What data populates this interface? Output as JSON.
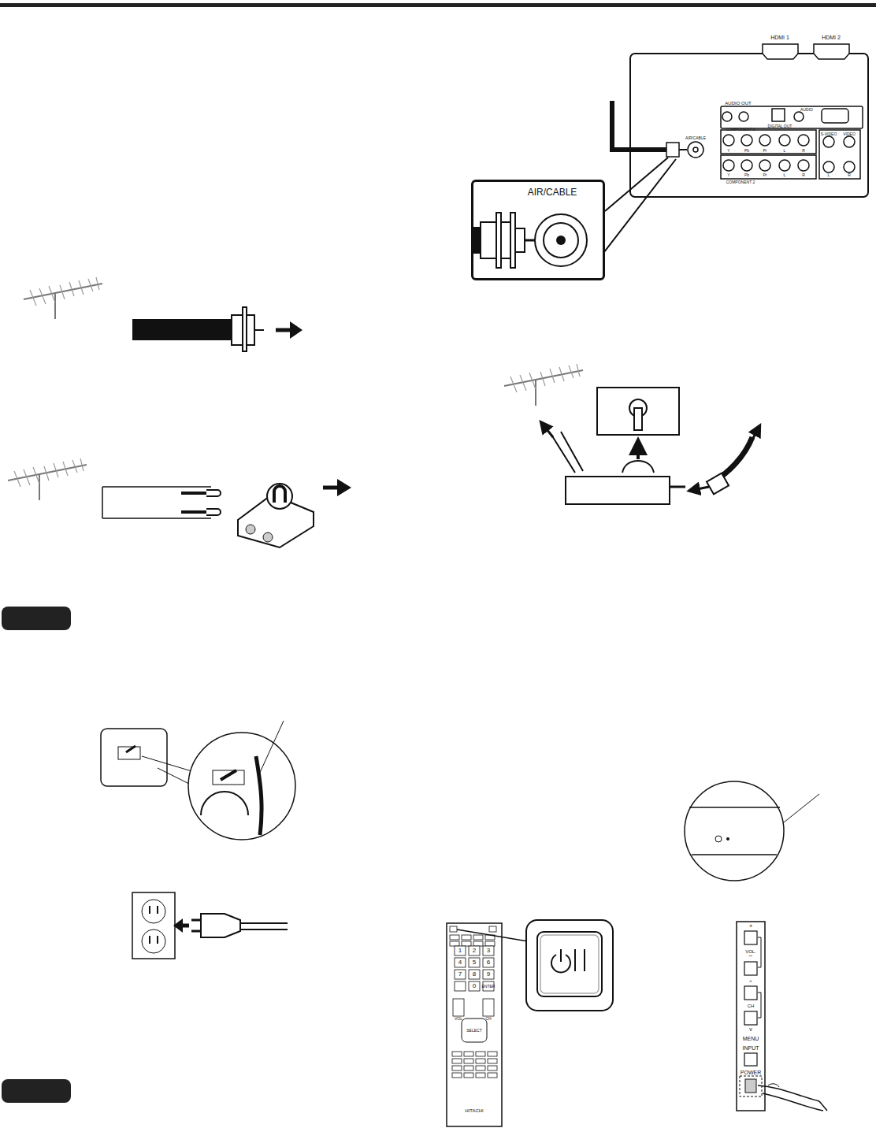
{
  "diagram": {
    "nodes": [
      {
        "text": [
          "AIR/CABLE"
        ]
      }
    ],
    "labels": [
      "HDMI 1",
      "HDMI 2",
      "AUDIO OUT",
      "DIGITAL OUT",
      "AUDIO",
      "COMPONENT 1",
      "AIR/CABLE",
      "Y",
      "Pb",
      "Pr",
      "L",
      "R",
      "S-VIDEO",
      "VIDEO",
      "L",
      "R",
      "COMPONENT 2",
      "Y",
      "Pb",
      "Pr",
      "L",
      "R",
      "1",
      "2",
      "3",
      "4",
      "5",
      "6",
      "7",
      "8",
      "9",
      "0",
      "ENTER",
      "VOL",
      "CH",
      "SELECT",
      "HITACHI",
      "+",
      "VOL.",
      "−",
      "^",
      "CH",
      "v",
      "MENU",
      "INPUT",
      "POWER"
    ]
  }
}
